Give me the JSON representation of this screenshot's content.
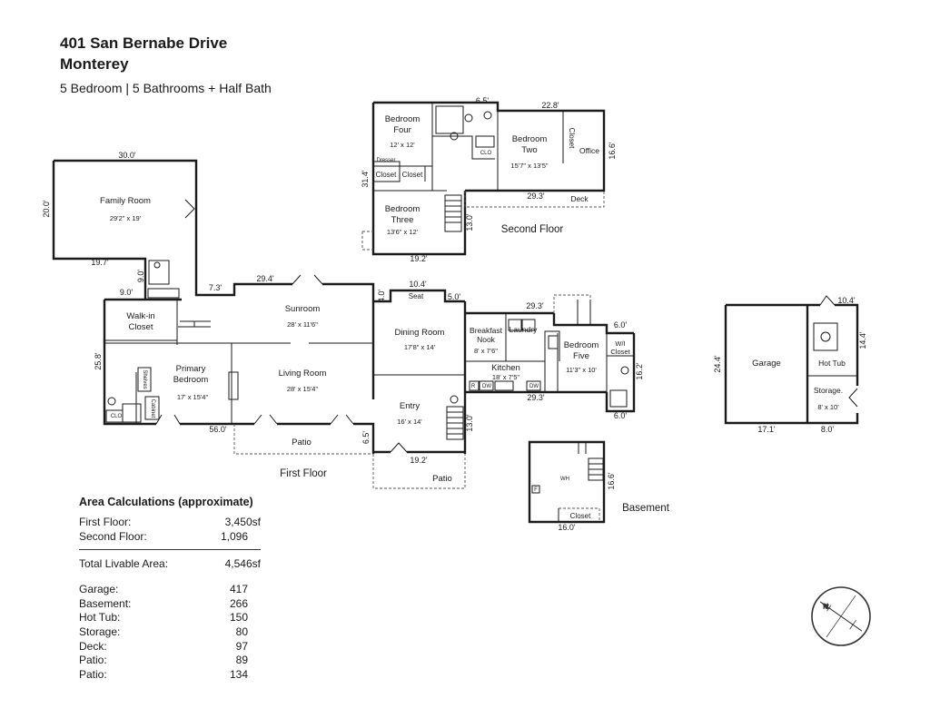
{
  "header": {
    "address": "401 San Bernabe Drive",
    "city": "Monterey",
    "summary": "5 Bedroom | 5 Bathrooms + Half Bath"
  },
  "floors": {
    "first": "First Floor",
    "second": "Second Floor",
    "basement": "Basement"
  },
  "rooms": {
    "family_room": {
      "name": "Family Room",
      "size": "29'2\" x 19'"
    },
    "walkin_closet": {
      "name": "Walk-in\nCloset"
    },
    "primary_bedroom": {
      "name": "Primary\nBedroom",
      "size": "17' x 15'4\""
    },
    "sunroom": {
      "name": "Sunroom",
      "size": "28' x 11'6\""
    },
    "living_room": {
      "name": "Living Room",
      "size": "28' x 15'4\""
    },
    "dining_room": {
      "name": "Dining Room",
      "size": "17'8\" x 14'"
    },
    "breakfast_nook": {
      "name": "Breakfast\nNook",
      "size": "8' x 7'6\""
    },
    "laundry": {
      "name": "Laundry"
    },
    "kitchen": {
      "name": "Kitchen",
      "size": "18' x 7'5\""
    },
    "bedroom_five": {
      "name": "Bedroom\nFive",
      "size": "11'3\" x 10'"
    },
    "wi_closet": {
      "name": "W/I\nCloset"
    },
    "entry": {
      "name": "Entry",
      "size": "16' x 14'"
    },
    "patio_a": {
      "name": "Patio"
    },
    "patio_b": {
      "name": "Patio"
    },
    "seat": {
      "name": "Seat"
    },
    "bedroom_four": {
      "name": "Bedroom\nFour",
      "size": "12' x 12'"
    },
    "bedroom_two": {
      "name": "Bedroom\nTwo",
      "size": "15'7\" x 13'5\""
    },
    "office": {
      "name": "Office"
    },
    "bedroom_three": {
      "name": "Bedroom\nThree",
      "size": "13'6\" x 12'"
    },
    "deck": {
      "name": "Deck"
    },
    "closet_a": {
      "name": "Closet"
    },
    "closet_b": {
      "name": "Closet"
    },
    "closet_c": {
      "name": "Closet"
    },
    "closet_basement": {
      "name": "Closet"
    },
    "dresser": {
      "name": "Dresser"
    },
    "clo_a": {
      "name": "CLO"
    },
    "clo_b": {
      "name": "CLO"
    },
    "garage": {
      "name": "Garage"
    },
    "hot_tub": {
      "name": "Hot Tub"
    },
    "storage": {
      "name": "Storage.",
      "size": "8' x 10'"
    },
    "wh": {
      "name": "WH"
    },
    "f": {
      "name": "F"
    },
    "dw": {
      "name": "DW"
    },
    "dw2": {
      "name": "DW"
    },
    "r": {
      "name": "R"
    },
    "cabinet": {
      "name": "Cabinet"
    },
    "shelves": {
      "name": "Shelves"
    }
  },
  "dimensions": {
    "fam_w": "30.0'",
    "fam_h": "20.0'",
    "d197": "19.7'",
    "d90a": "9.0'",
    "d90b": "9.0'",
    "d73": "7.3'",
    "d294": "29.4'",
    "d258": "25.8'",
    "d560": "56.0'",
    "d65a": "6.5'",
    "d40": "4.0'",
    "d104": "10.4'",
    "d50": "5.0'",
    "d293a": "29.3'",
    "d60a": "6.0'",
    "d162": "16.2'",
    "d293b": "29.3'",
    "d60b": "6.0'",
    "d130a": "13.0'",
    "d192a": "19.2'",
    "d65b": "6.5'",
    "d228": "22.8'",
    "d166a": "16.6'",
    "d314": "31.4'",
    "d293c": "29.3'",
    "d130b": "13.0'",
    "d192b": "19.2'",
    "d104b": "10.4'",
    "d244": "24.4'",
    "d144": "14.4'",
    "d171": "17.1'",
    "d80": "8.0'",
    "d166b": "16.6'",
    "d160": "16.0'"
  },
  "areas": {
    "heading": "Area Calculations  (approximate)",
    "first_label": "First Floor:",
    "first_value": "3,450",
    "second_label": "Second Floor:",
    "second_value": "1,096",
    "total_label": "Total Livable Area:",
    "total_value": "4,546",
    "unit": "sf",
    "garage_label": "Garage:",
    "garage_value": "417",
    "basement_label": "Basement:",
    "basement_value": "266",
    "hottub_label": "Hot Tub:",
    "hottub_value": "150",
    "storage_label": "Storage:",
    "storage_value": "80",
    "deck_label": "Deck:",
    "deck_value": "97",
    "patio1_label": "Patio:",
    "patio1_value": "89",
    "patio2_label": "Patio:",
    "patio2_value": "134"
  },
  "compass": {
    "label": "N"
  }
}
